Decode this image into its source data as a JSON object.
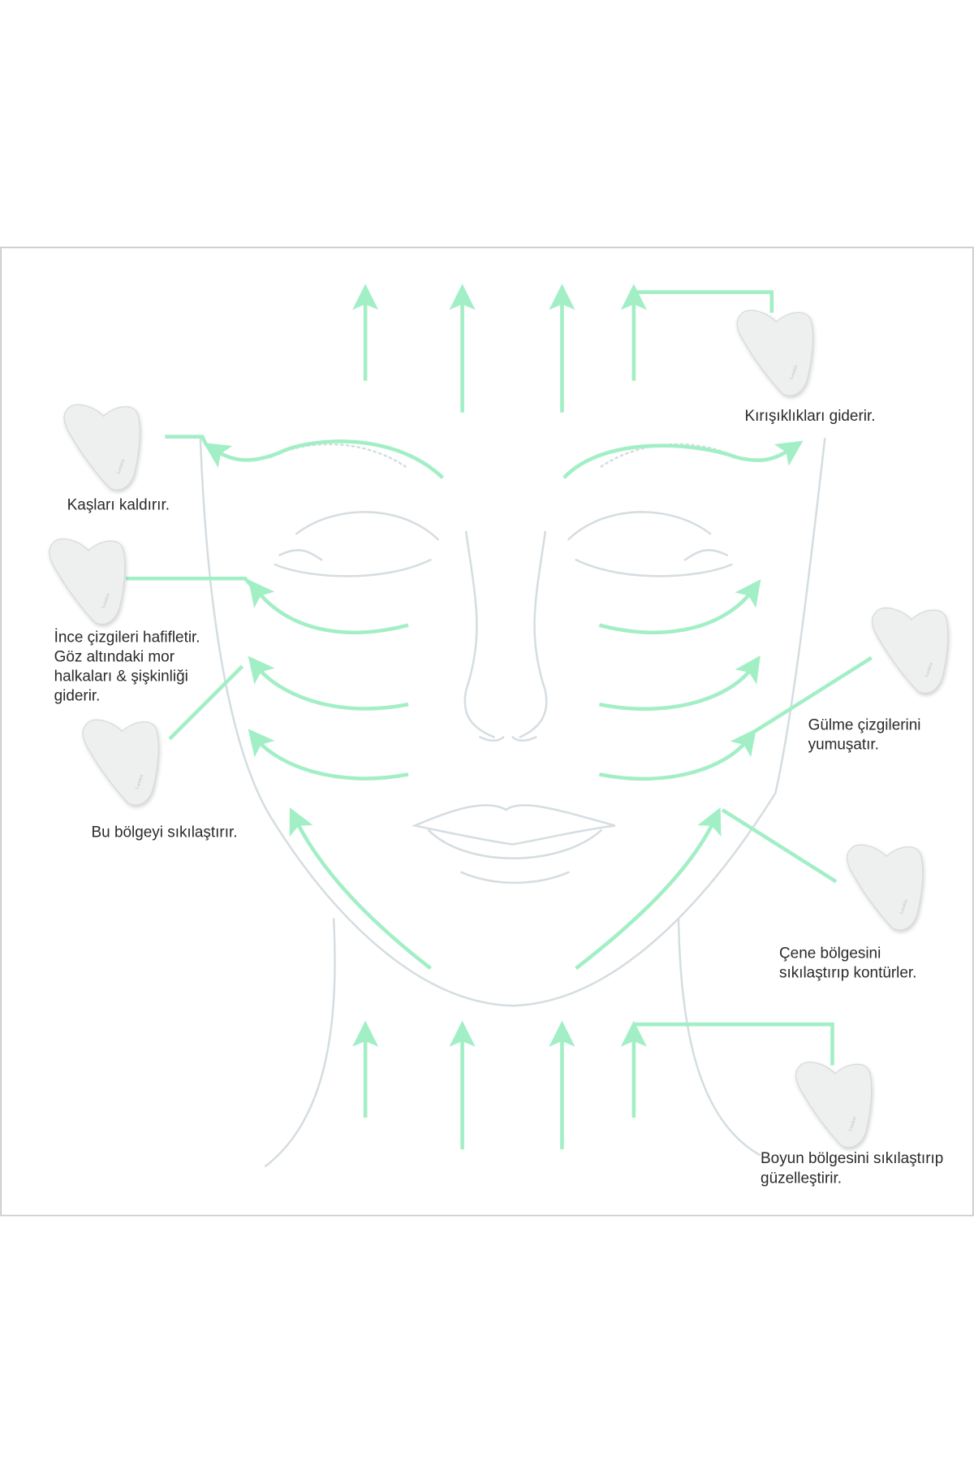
{
  "colors": {
    "arrow": "#a2efc6",
    "outline": "#d5dde1",
    "text": "#2a2a2a",
    "frame": "#c8c8c8"
  },
  "labels": {
    "brows": "Kaşları kaldırır.",
    "wrinkles": "Kırışıklıkları giderir.",
    "eyes": [
      "İnce çizgileri hafifletir.",
      "Göz altındaki mor",
      "halkaları & şişkinliği",
      "giderir."
    ],
    "smile": [
      "Gülme çizgilerini",
      "yumuşatır."
    ],
    "cheek": "Bu bölgeyi sıkılaştırır.",
    "jaw": [
      "Çene bölgesini",
      "sıkılaştırıp kontürler."
    ],
    "neck": [
      "Boyun bölgesini sıkılaştırıp",
      "güzelleştirir."
    ]
  },
  "icons": {
    "tool": "gua-sha-stone-icon",
    "arrow": "arrow-up-icon"
  }
}
